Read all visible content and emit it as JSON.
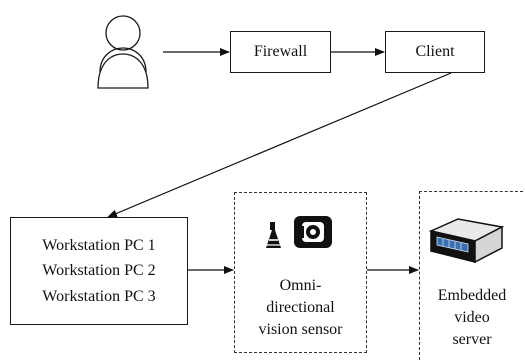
{
  "nodes": {
    "firewall": "Firewall",
    "client": "Client",
    "workstations": [
      "Workstation PC 1",
      "Workstation PC 2",
      "Workstation PC 3"
    ],
    "sensor": [
      "Omni-",
      "directional",
      "vision sensor"
    ],
    "server": [
      "Embedded",
      "video",
      "server"
    ]
  },
  "icons": {
    "user": "user-icon",
    "sensor": "camera-sensor-icon",
    "server": "server-device-icon"
  },
  "colors": {
    "stroke": "#1a1a1a",
    "server_screen": "#3a6fb0"
  }
}
